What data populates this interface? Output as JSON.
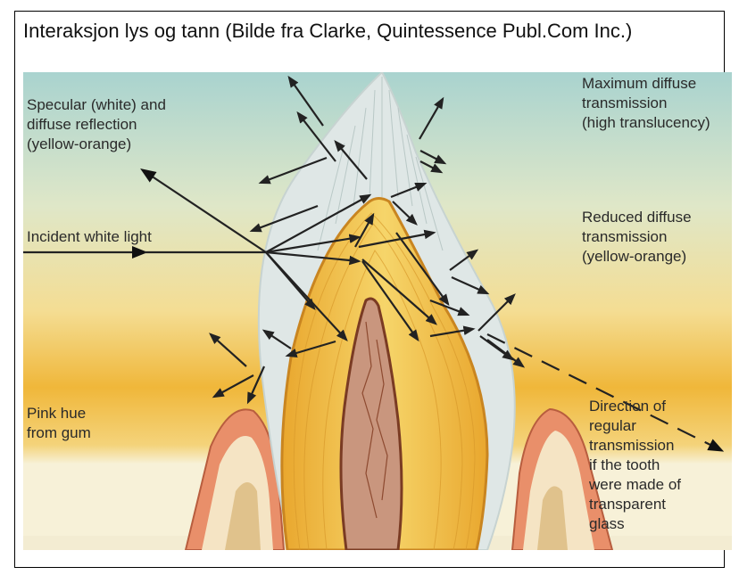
{
  "caption": "Interaksjon lys og tann (Bilde fra Clarke, Quintessence Publ.Com Inc.)",
  "figure": {
    "labels": {
      "specular_1": "Specular (white) and",
      "specular_2": "diffuse reflection",
      "specular_3": "(yellow-orange)",
      "incident": "Incident white light",
      "pink_1": "Pink hue",
      "pink_2": "from gum",
      "max_1": "Maximum diffuse",
      "max_2": "transmission",
      "max_3": "(high translucency)",
      "reduced_1": "Reduced diffuse",
      "reduced_2": "transmission",
      "reduced_3": "(yellow-orange)",
      "dir_1": "Direction of",
      "dir_2": "regular",
      "dir_3": "transmission",
      "dir_4": "if the tooth",
      "dir_5": "were made of",
      "dir_6": "transparent",
      "dir_7": "glass"
    },
    "colors": {
      "sky_top": "#a9d3cf",
      "band_yellow": "#f0b73a",
      "bottom_cream": "#f7f1d8",
      "enamel": "#dfe7e6",
      "dentin": "#f2c24a",
      "pulp": "#c9967e",
      "gum": "#e98f6a"
    }
  }
}
